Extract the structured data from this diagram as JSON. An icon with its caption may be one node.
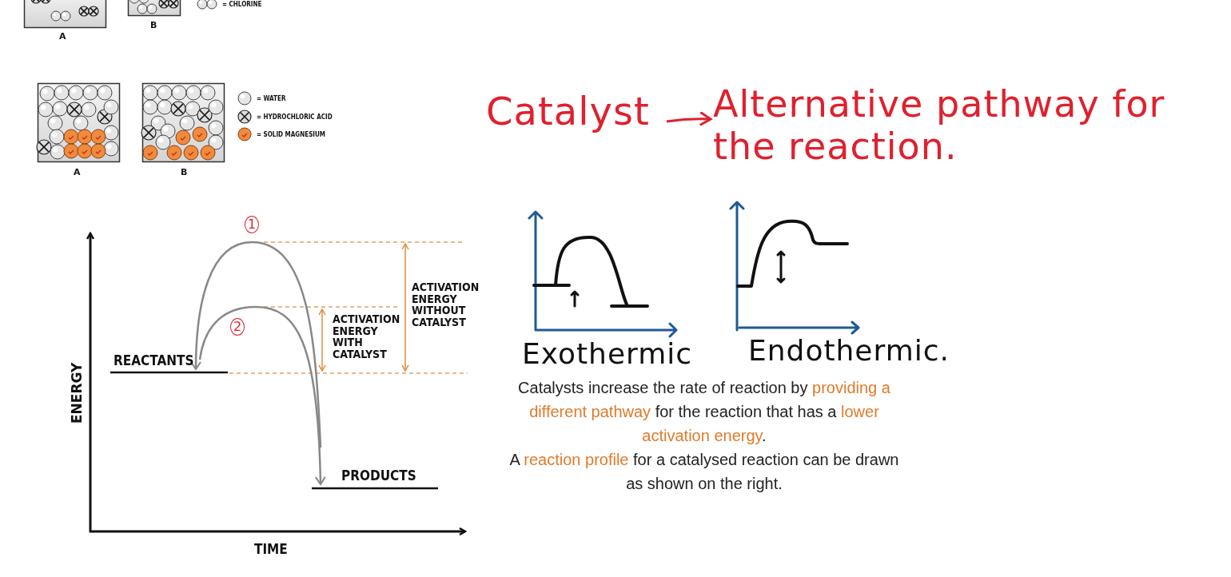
{
  "diagram": {
    "nodes": [
      {
        "text": [
          "Catalyst"
        ]
      },
      {
        "text": [
          "Alternative pathway for the reaction."
        ]
      }
    ],
    "edges": [
      {
        "from": 0,
        "to": 1,
        "arrow": "to"
      }
    ],
    "labels": [
      "A",
      "B",
      "A",
      "B",
      "1",
      "2",
      "REACTANTS",
      "ACTIVATION ENERGY WITH CATALYST",
      "ACTIVATION ENERGY WITHOUT CATALYST",
      "ENERGY",
      "PRODUCTS",
      "TIME",
      "Exothermic",
      "Endothermic.",
      "Catalysts increase the rate of reaction by **providing a different pathway** for the reaction that has a **lower activation energy**.",
      "A **reaction profile** for a catalysed reaction can be drawn as shown on the right."
    ],
    "legend": [
      {
        "text": "= CHLORINE"
      },
      {
        "text": "= WATER"
      },
      {
        "text": "= HYDROCHLORIC ACID"
      },
      {
        "text": "= SOLID MAGNESIUM"
      }
    ]
  }
}
